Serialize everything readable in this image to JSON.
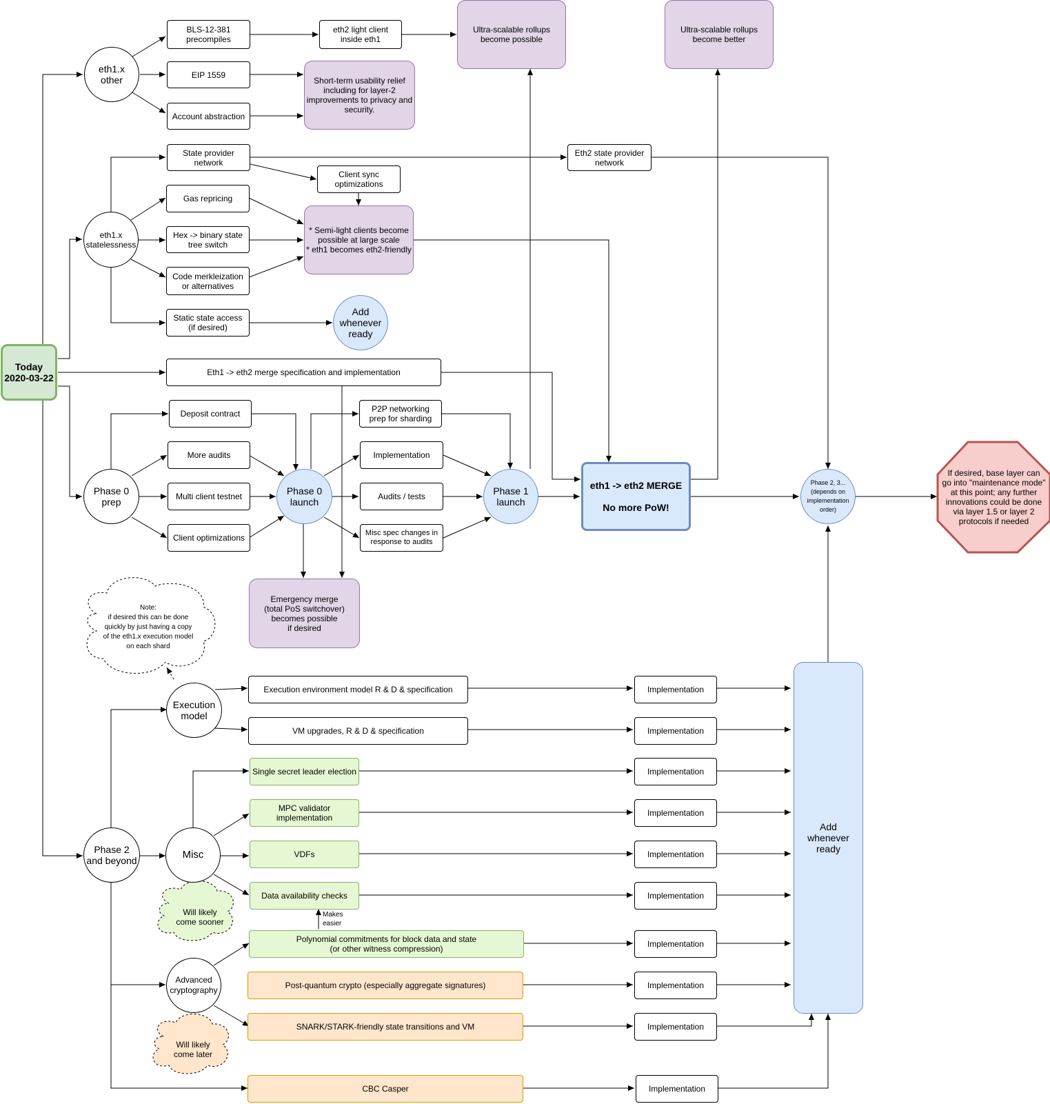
{
  "nodes": {
    "today": "Today\n2020-03-22",
    "eth1x_other": "eth1.x\nother",
    "bls": "BLS-12-381\nprecompiles",
    "eip1559": "EIP 1559",
    "account_abstraction": "Account abstraction",
    "eth2_light_client": "eth2 light client\ninside eth1",
    "rollups_possible": "Ultra-scalable rollups\nbecome possible",
    "rollups_better": "Ultra-scalable rollups\nbecome better",
    "usability_relief": "Short-term usability relief\nincluding for layer-2\nimprovements to privacy and\nsecurity.",
    "state_provider": "State provider\nnetwork",
    "eth2_state_provider": "Eth2 state provider\nnetwork",
    "client_sync": "Client sync\noptimizations",
    "gas_repricing": "Gas repricing",
    "hex_binary": "Hex -> binary state\ntree switch",
    "code_merkle": "Code merkleization\nor alternatives",
    "static_state": "Static state access\n(if desired)",
    "semi_light": "* Semi-light clients become\npossible at large scale\n* eth1 becomes eth2-friendly",
    "eth1x_statelessness": "eth1.x\nstatelessness",
    "add_whenever_ready_small": "Add\nwhenever\nready",
    "merge_spec": "Eth1 -> eth2 merge specification and implementation",
    "deposit_contract": "Deposit contract",
    "more_audits": "More audits",
    "multi_client": "Multi client testnet",
    "client_opt": "Client optimizations",
    "phase0_prep": "Phase 0\nprep",
    "phase0_launch": "Phase 0\nlaunch",
    "p2p": "P2P networking\nprep for sharding",
    "implementation_p1": "Implementation",
    "audits_tests": "Audits / tests",
    "misc_spec": "Misc spec changes in\nresponse to audits",
    "phase1_launch": "Phase 1\nlaunch",
    "merge_line1": "eth1 -> eth2 MERGE",
    "merge_line2": "No more PoW!",
    "phase23": "Phase 2, 3...\n(depends on\nimplementation\norder)",
    "maintenance": "If desired, base layer can\ngo into \"maintenance mode\"\nat this point; any further\ninnovations could be done\nvia layer 1.5 or layer 2\nprotocols if needed",
    "emergency_merge": "Emergency merge\n(total PoS switchover)\nbecomes possible\nif desired",
    "note": "Note:\nif desired this can be done\nquickly by just having a copy\nof the eth1.x execution model\non each shard",
    "execution_model": "Execution\nmodel",
    "ee_model": "Execution environment model R & D & specification",
    "vm_upgrades": "VM upgrades, R & D & specification",
    "phase2_beyond": "Phase 2\nand beyond",
    "misc": "Misc",
    "sslr": "Single secret leader election",
    "mpc": "MPC validator\nimplementation",
    "vdfs": "VDFs",
    "data_availability": "Data availability checks",
    "will_sooner": "Will likely\ncome sooner",
    "makes_easier": "Makes\neasier",
    "polynomial": "Polynomial commitments for block data and state\n(or other witness compression)",
    "advanced_crypto": "Advanced\ncryptography",
    "post_quantum": "Post-quantum crypto (especially aggregate signatures)",
    "snark": "SNARK/STARK-friendly state transitions and VM",
    "will_later": "Will likely\ncome later",
    "cbc": "CBC Casper",
    "add_whenever_ready_big": "Add\nwhenever\nready",
    "implementation": "Implementation"
  },
  "colors": {
    "purple_fill": "#e1d5e7",
    "purple_stroke": "#9673a6",
    "blue_fill": "#dae8fc",
    "blue_stroke": "#6c8ebf",
    "green_fill": "#e6f7d3",
    "green_stroke": "#82b366",
    "orange_fill": "#ffe6cc",
    "orange_stroke": "#d79b00",
    "today_fill": "#d5e8d4",
    "red_fill": "#f8cecc",
    "red_stroke": "#b85450"
  }
}
